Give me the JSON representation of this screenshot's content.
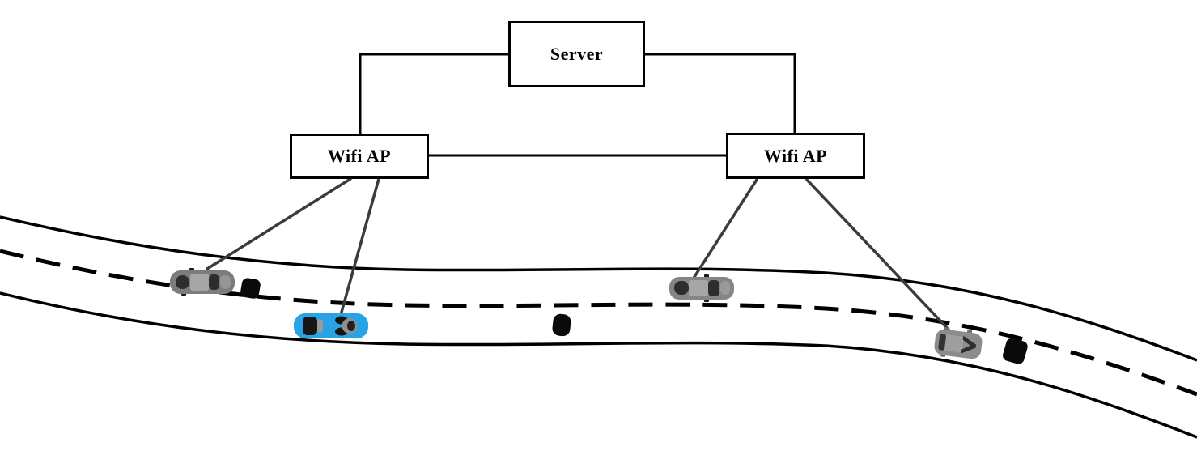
{
  "diagram": {
    "type": "vehicular-network-architecture",
    "nodes": {
      "server": {
        "label": "Server"
      },
      "wifi_ap_left": {
        "label": "Wifi AP"
      },
      "wifi_ap_right": {
        "label": "Wifi AP"
      }
    },
    "links": [
      {
        "from": "server",
        "to": "wifi_ap_left",
        "style": "orthogonal"
      },
      {
        "from": "server",
        "to": "wifi_ap_right",
        "style": "orthogonal"
      },
      {
        "from": "wifi_ap_left",
        "to": "wifi_ap_right",
        "style": "straight"
      },
      {
        "from": "wifi_ap_left",
        "to": "car-1",
        "style": "diagonal"
      },
      {
        "from": "wifi_ap_left",
        "to": "car-2",
        "style": "diagonal"
      },
      {
        "from": "wifi_ap_right",
        "to": "car-3",
        "style": "diagonal"
      },
      {
        "from": "wifi_ap_right",
        "to": "car-4",
        "style": "diagonal"
      }
    ],
    "road": {
      "description": "curved two-lane road with dashed center line",
      "edge_color": "#000000",
      "center_line_color": "#000000",
      "center_line_style": "dashed"
    },
    "vehicles": [
      {
        "id": "car-1",
        "shape": "sedan-top-view",
        "body_color": "#7c7c7c",
        "cabin_color": "#a6a6a6",
        "detail_color": "#2d2d2d",
        "lane": "upper",
        "heading": "left"
      },
      {
        "id": "car-2",
        "shape": "sports-car-top-view",
        "body_color": "#28a3e6",
        "cabin_color": "#9a9a9a",
        "detail_color": "#161616",
        "lane": "lower",
        "heading": "left"
      },
      {
        "id": "car-3",
        "shape": "sedan-top-view",
        "body_color": "#858585",
        "cabin_color": "#a6a6a6",
        "detail_color": "#2d2d2d",
        "lane": "upper",
        "heading": "left"
      },
      {
        "id": "car-4",
        "shape": "compact-car-top-view",
        "body_color": "#8c8c8c",
        "cabin_color": "#9e9e9e",
        "detail_color": "#2d2d2d",
        "lane": "lower",
        "heading": "right"
      }
    ],
    "obstacles": [
      {
        "id": "obstacle-1",
        "color": "#0a0a0a",
        "location": "upper lane, right of car-1"
      },
      {
        "id": "obstacle-2",
        "color": "#0a0a0a",
        "location": "lower lane, middle of road"
      },
      {
        "id": "obstacle-3",
        "color": "#0a0a0a",
        "location": "lower lane, right of car-4"
      }
    ],
    "link_color": "#3b3b3b"
  }
}
